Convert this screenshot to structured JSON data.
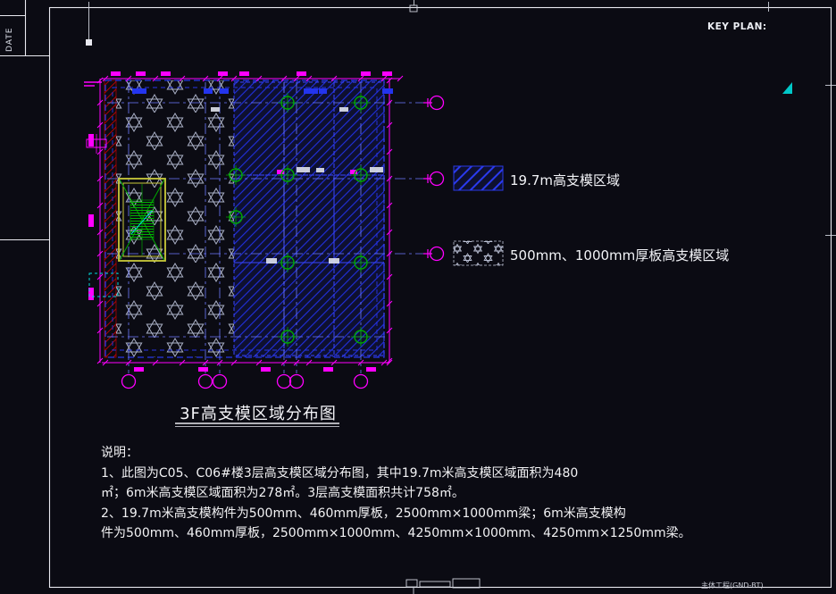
{
  "sheet": {
    "date_label": "DATE",
    "key_plan_label": "KEY PLAN:",
    "titleblock_text": "主体工程(GND-BT)"
  },
  "drawing": {
    "title": "3F高支模区域分布图"
  },
  "legend": {
    "items": [
      {
        "label": "19.7m高支模区域",
        "swatch": "blue-diagonal-hatch"
      },
      {
        "label": "500mm、1000mm厚板高支模区域",
        "swatch": "star-hatch"
      }
    ]
  },
  "notes": {
    "heading": "说明：",
    "lines": [
      "1、此图为C05、C06#楼3层高支模区域分布图，其中19.7m米高支模区域面积为480",
      "㎡；6m米高支模区域面积为278㎡。3层高支模面积共计758㎡。",
      "2、19.7m米高支模构件为500mm、460mm厚板，2500mm×1000mm梁；6m米高支模构",
      "件为500mm、460mm厚板，2500mm×1000mm、4250mm×1000mm、4250mm×1250mm梁。"
    ]
  },
  "colors": {
    "background": "#0b0b13",
    "frame_white": "#e9e9f0",
    "hatch_blue": "#2130de",
    "dim_magenta": "#ff00ff",
    "grid_green": "#00a800",
    "edge_red": "#d40000",
    "stair_yellow": "#c9c93a",
    "accent_cyan": "#00d8d8",
    "star_gray": "#aab0c6"
  }
}
